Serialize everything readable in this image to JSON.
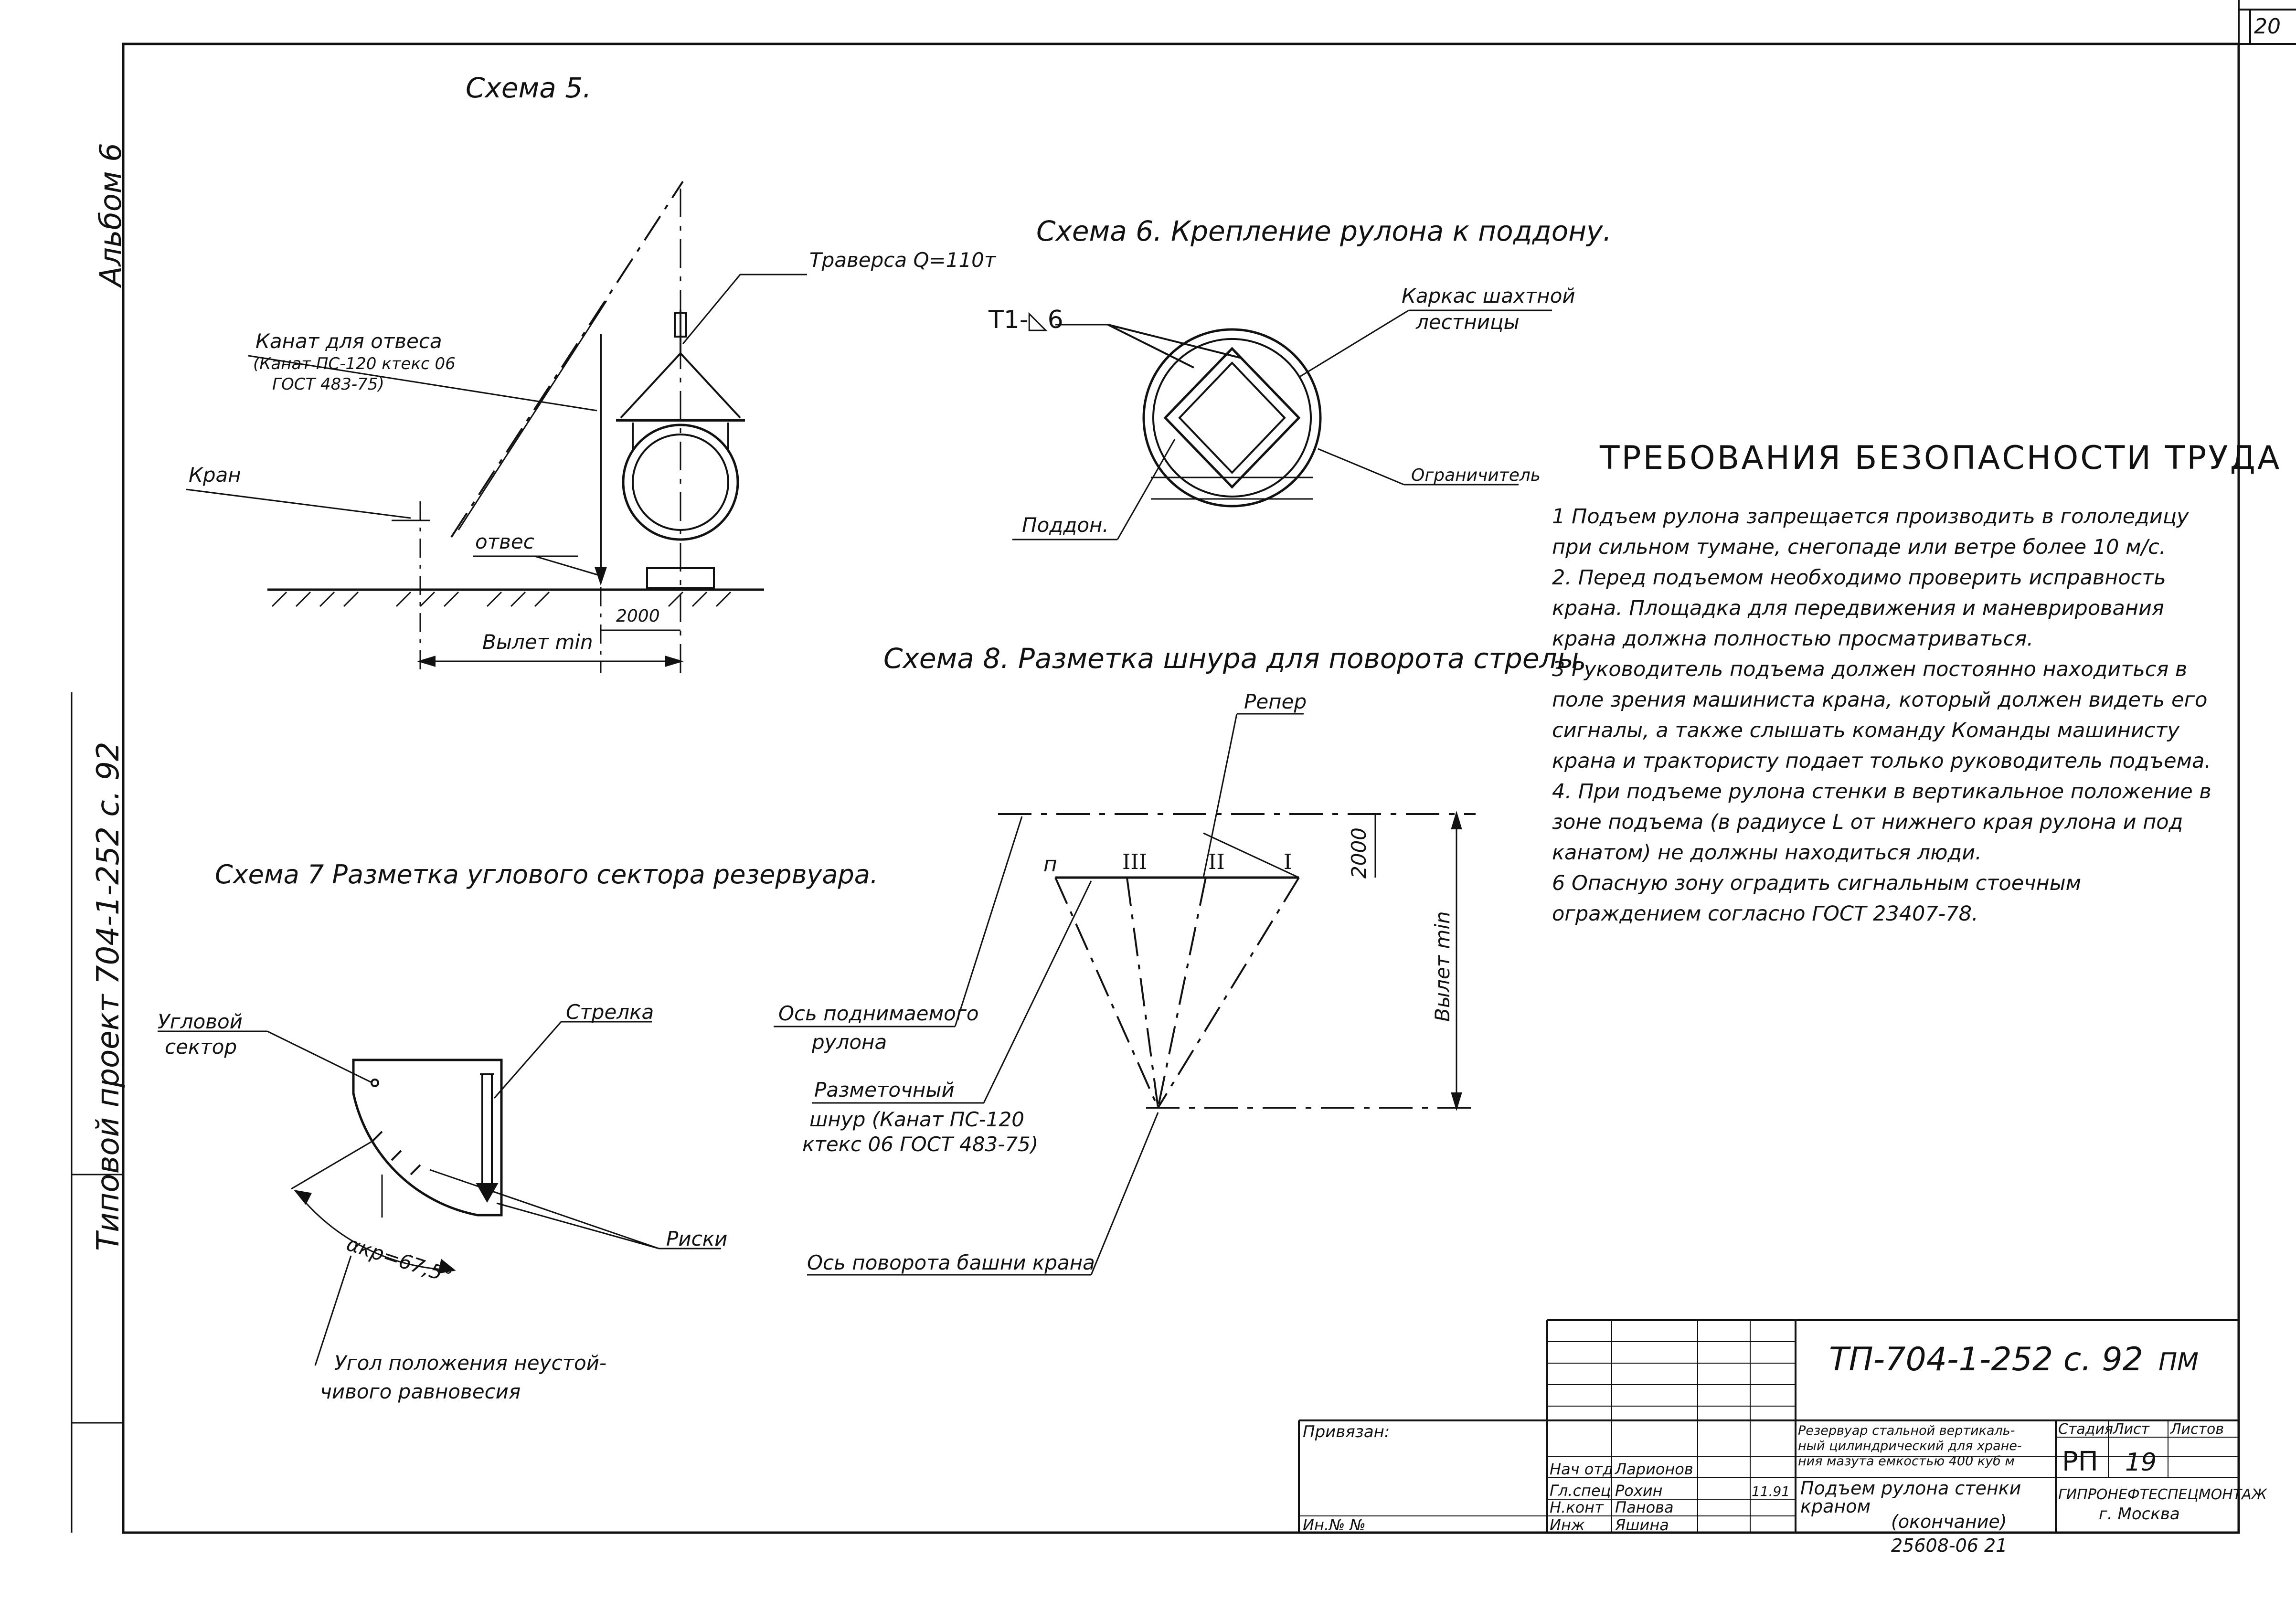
{
  "sheet_number": "20",
  "side": {
    "album": "Альбом 6",
    "project": "Типовой проект 704-1-252 с. 92"
  },
  "scheme5": {
    "title": "Схема 5.",
    "traverse": "Траверса Q=110т",
    "rope_line1": "Канат для отвеса",
    "rope_line2": "(Канат ПС-120 ктекс 06",
    "rope_line3": "ГОСТ 483-75)",
    "crane": "Кран",
    "plumb": "отвес",
    "dim_2000": "2000",
    "reach": "Вылет min"
  },
  "scheme6": {
    "title": "Схема 6. Крепление рулона к поддону.",
    "weld": "Т1-◺6",
    "frame_line1": "Каркас шахтной",
    "frame_line2": "лестницы",
    "limiter": "Ограничитель",
    "pallet": "Поддон."
  },
  "scheme7": {
    "title": "Схема 7 Разметка углового сектора резервуара.",
    "corner_line1": "Угловой",
    "corner_line2": "сектор",
    "arrow": "Стрелка",
    "marks": "Риски",
    "angle": "αкр=67,5°",
    "angle_line1": "Угол положения неустой-",
    "angle_line2": "чивого равновесия"
  },
  "scheme8": {
    "title": "Схема 8. Разметка шнура для поворота стрелы.",
    "benchmark": "Репер",
    "pos_n": "п",
    "pos_3": "III",
    "pos_2": "II",
    "pos_1": "I",
    "dim_2000": "2000",
    "reach": "Вылет min",
    "axis_line1": "Ось поднимаемого",
    "axis_line2": "рулона",
    "cord_line1": "Разметочный",
    "cord_line2": "шнур (Канат ПС-120",
    "cord_line3": "ктекс 06 ГОСТ 483-75)",
    "turn_axis": "Ось поворота башни крана"
  },
  "requirements": {
    "title": "ТРЕБОВАНИЯ БЕЗОПАСНОСТИ ТРУДА",
    "items": [
      "1 Подъем рулона запрещается производить в гололедицу при сильном тумане, снегопаде или ветре более 10 м/с.",
      "2. Перед подъемом необходимо проверить исправность крана. Площадка для передвижения и маневрирования крана должна полностью просматриваться.",
      "3 Руководитель подъема должен постоянно находиться в поле зрения машиниста крана, который должен видеть его сигналы, а также слышать команду Команды машинисту крана и трактористу подает только руководитель подъема.",
      "4. При подъеме рулона стенки в вертикальное положение в зоне подъема (в радиусе L от нижнего края рулона и под канатом) не должны находиться люди.",
      "6 Опасную зону оградить сигнальным стоечным ограждением согласно ГОСТ 23407-78."
    ]
  },
  "title_block": {
    "designation": "ТП-704-1-252 с. 92",
    "mark": "ПМ",
    "attached": "Привязан:",
    "inv": "Ин.№ №",
    "object_line1": "Резервуар стальной вертикаль-",
    "object_line2": "ный цилиндрический для хране-",
    "object_line3": "ния мазута емкостью 400 куб м",
    "stage_h": "Стадия",
    "sheet_h": "Лист",
    "sheets_h": "Листов",
    "stage": "РП",
    "sheet": "19",
    "roles": [
      "Нач отд",
      "Гл.спец",
      "Н.конт",
      "Инж"
    ],
    "names": [
      "Ларионов",
      "Рохин",
      "Панова",
      "Яшина"
    ],
    "date": "11.91",
    "sheet_name_line1": "Подъем рулона стенки",
    "sheet_name_line2": "краном",
    "sheet_name_line3": "(окончание)",
    "org_line1": "ГИПРОНЕФТЕСПЕЦМОНТАЖ",
    "org_line2": "г. Москва",
    "code": "25608-06 21"
  }
}
